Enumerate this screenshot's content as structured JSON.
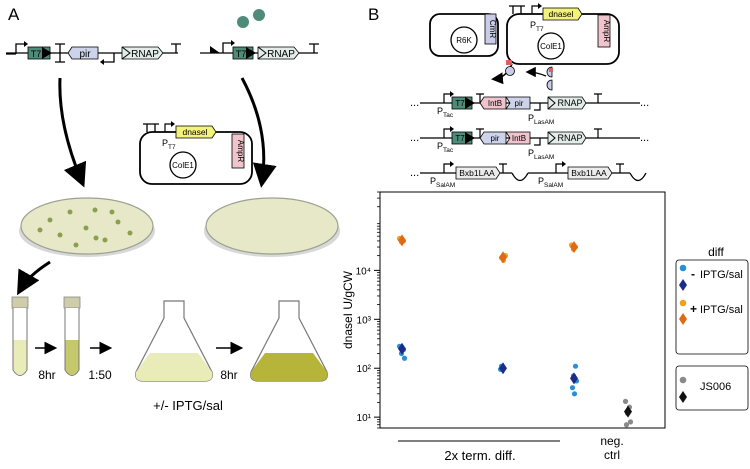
{
  "panels": {
    "a": {
      "label": "A",
      "construct_left": {
        "t7": "T7",
        "pir": "pir",
        "rnap": "RNAP"
      },
      "construct_right": {
        "t7": "T7",
        "rnap": "RNAP"
      },
      "plasmid": {
        "dnasei": "dnasel",
        "ampr": "AmpR",
        "promoter": "P",
        "promoter_sub": "T7",
        "ori": "ColE1"
      },
      "steps": {
        "s1": "8hr",
        "s2": "1:50",
        "s3": "8hr"
      },
      "induction": "+/- IPTG/sal"
    },
    "b": {
      "label": "B",
      "plasmid_r6k": {
        "ori": "R6K",
        "cmr": "CmR"
      },
      "plasmid_cole1": {
        "dnasei": "dnasel",
        "ampr": "AmpR",
        "promoter": "P",
        "promoter_sub": "T7",
        "ori": "ColE1"
      },
      "operon1": {
        "p_tac": "P",
        "p_tac_sub": "Tac",
        "t7": "T7",
        "int": "IntB",
        "pir": "pir",
        "p_las": "P",
        "p_las_sub": "LasAM",
        "rnap": "RNAP"
      },
      "operon2": {
        "p_tac": "P",
        "p_tac_sub": "Tac",
        "t7": "T7",
        "pir": "pir",
        "int": "IntB",
        "p_las": "P",
        "p_las_sub": "LasAM",
        "rnap": "RNAP"
      },
      "operon3": {
        "p1": "P",
        "p1_sub": "SalAM",
        "gene1": "Bxb1LAA",
        "p2": "P",
        "p2_sub": "SalAM",
        "gene2": "Bxb1LAA"
      },
      "ellipsis": "..."
    }
  },
  "legend": {
    "title": "diff",
    "minus_sign": "-",
    "minus_label": "IPTG/sal",
    "plus_sign": "+",
    "plus_label": "IPTG/sal",
    "control_label": "JS006"
  },
  "chart_data": {
    "type": "scatter",
    "ylabel": "dnaseI U/gCW",
    "yscale": "log",
    "ylim": [
      6,
      400000
    ],
    "y_ticks": [
      "10¹",
      "10²",
      "10³",
      "10⁴"
    ],
    "group_labels": {
      "diff": "2x term. diff.",
      "neg_line1": "neg.",
      "neg_line2": "ctrl"
    },
    "colors": {
      "minus_points": "#2a8fd4",
      "minus_mean": "#1c2c88",
      "plus_points": "#f0a020",
      "plus_mean": "#e06a14",
      "ctrl_points": "#8a8a8a",
      "ctrl_mean": "#111111"
    },
    "series": [
      {
        "name": "- IPTG/sal",
        "points": [
          [
            1,
            280
          ],
          [
            1,
            240
          ],
          [
            1,
            200
          ],
          [
            1,
            160
          ],
          [
            2,
            110
          ],
          [
            2,
            100
          ],
          [
            2,
            95
          ],
          [
            3,
            110
          ],
          [
            3,
            70
          ],
          [
            3,
            55
          ],
          [
            3,
            40
          ],
          [
            3,
            30
          ]
        ],
        "means": [
          [
            1,
            250
          ],
          [
            2,
            100
          ],
          [
            3,
            62
          ]
        ]
      },
      {
        "name": "+ IPTG/sal",
        "points": [
          [
            1,
            45000
          ],
          [
            1,
            40000
          ],
          [
            1,
            38000
          ],
          [
            2,
            20000
          ],
          [
            2,
            18000
          ],
          [
            2,
            16000
          ],
          [
            3,
            33000
          ],
          [
            3,
            30000
          ],
          [
            3,
            27000
          ]
        ],
        "means": [
          [
            1,
            41000
          ],
          [
            2,
            18500
          ],
          [
            3,
            30000
          ]
        ]
      },
      {
        "name": "JS006",
        "points": [
          [
            4,
            21
          ],
          [
            4,
            16
          ],
          [
            4,
            12
          ],
          [
            4,
            8
          ],
          [
            4,
            7
          ]
        ],
        "means": [
          [
            4,
            13
          ]
        ]
      }
    ]
  }
}
